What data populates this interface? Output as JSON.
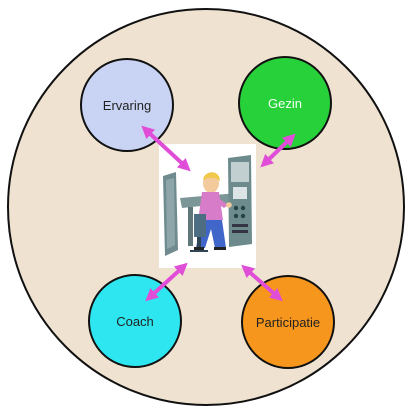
{
  "colors": {
    "background_disc": "#efe2d0",
    "outline": "#111111",
    "arrow": "#e04ed8",
    "ervaring": "#c9d4f5",
    "gezin": "#27d13a",
    "coach": "#2ee6ef",
    "participatie": "#f7961c"
  },
  "nodes": {
    "ervaring": {
      "label": "Ervaring",
      "icon": "circle"
    },
    "gezin": {
      "label": "Gezin",
      "icon": "circle"
    },
    "coach": {
      "label": "Coach",
      "icon": "circle"
    },
    "participatie": {
      "label": "Participatie",
      "icon": "circle"
    }
  },
  "center_image": {
    "icon": "woman-operating-control-panel-illustration"
  }
}
